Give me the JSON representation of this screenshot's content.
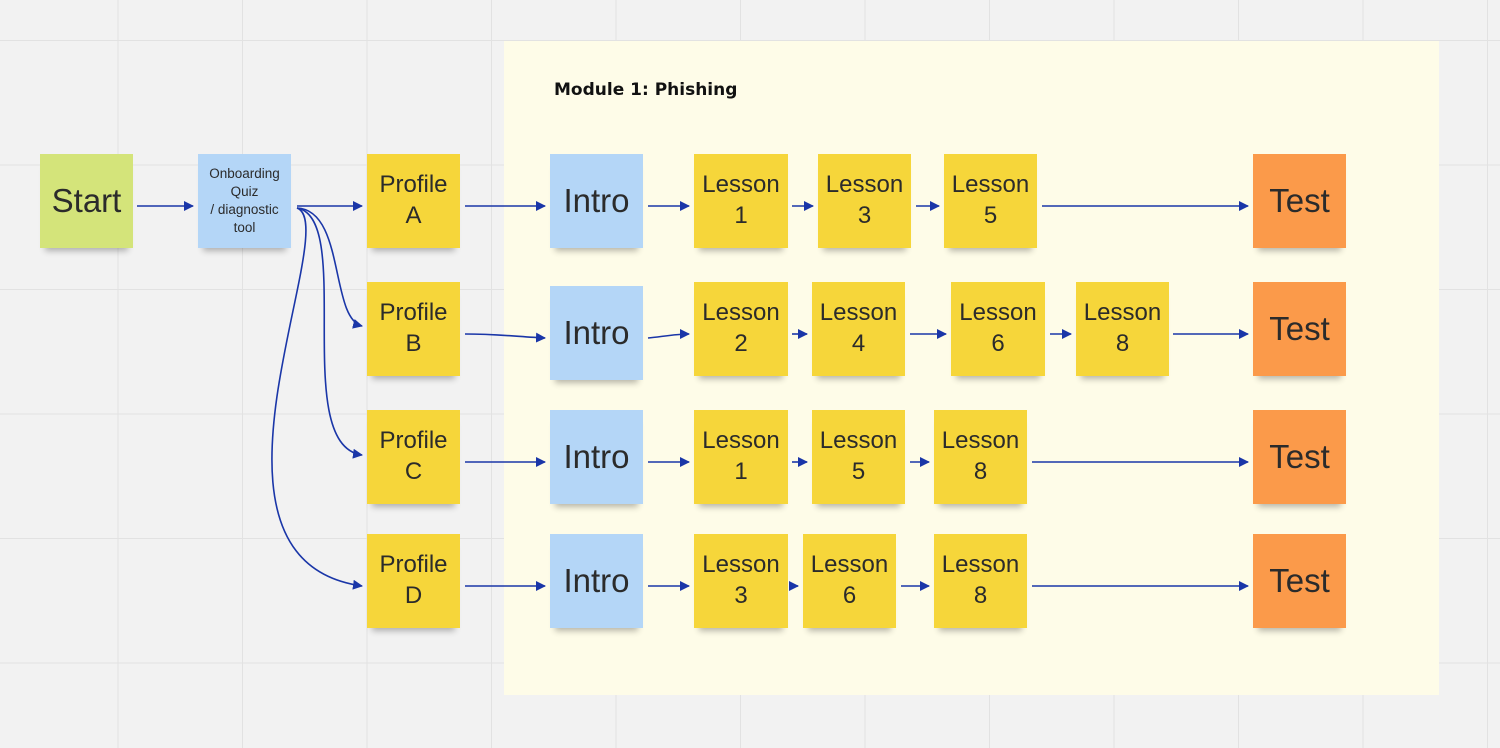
{
  "frame": {
    "title": "Module 1: Phishing"
  },
  "start": "Start",
  "onboarding": "Onboarding\nQuiz\n/ diagnostic\ntool",
  "rows": [
    {
      "profile": "Profile\nA",
      "intro": "Intro",
      "lessons": [
        "Lesson\n1",
        "Lesson\n3",
        "Lesson\n5"
      ],
      "test": "Test"
    },
    {
      "profile": "Profile\nB",
      "intro": "Intro",
      "lessons": [
        "Lesson\n2",
        "Lesson\n4",
        "Lesson\n6",
        "Lesson\n8"
      ],
      "test": "Test"
    },
    {
      "profile": "Profile\nC",
      "intro": "Intro",
      "lessons": [
        "Lesson\n1",
        "Lesson\n5",
        "Lesson\n8"
      ],
      "test": "Test"
    },
    {
      "profile": "Profile\nD",
      "intro": "Intro",
      "lessons": [
        "Lesson\n3",
        "Lesson\n6",
        "Lesson\n8"
      ],
      "test": "Test"
    }
  ],
  "colors": {
    "start": "#d4e47a",
    "onboarding": "#b4d6f7",
    "profile": "#f6d63a",
    "intro": "#b4d6f7",
    "lesson": "#f6d63a",
    "test": "#fb9a4a",
    "arrow": "#1a36a8",
    "frame": "#fefce8"
  }
}
